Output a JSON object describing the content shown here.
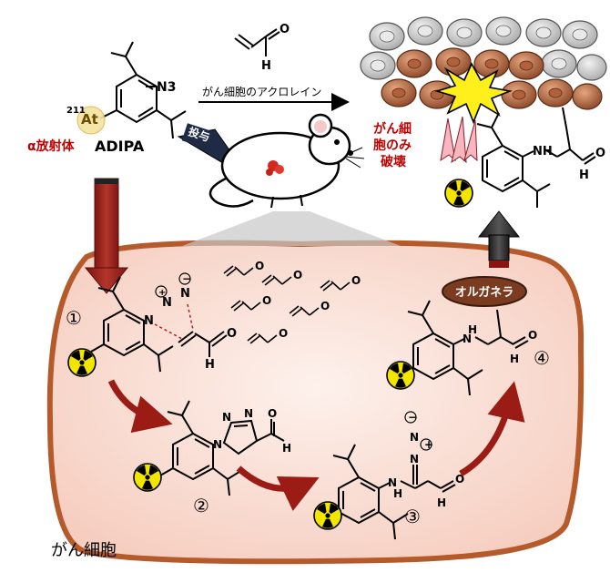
{
  "labels": {
    "azide_sub": "N3",
    "isotope_mass": "211",
    "isotope_symbol": "At",
    "alpha_emitter": "α放射体",
    "compound_name": "ADIPA",
    "reaction_arrow": "がん細胞のアクロレイン",
    "administration": "投与",
    "cancer_only_destroyed": [
      "がん細",
      "胞のみ",
      "破壊"
    ],
    "step_1": "①",
    "step_2": "②",
    "step_3": "③",
    "step_4": "④",
    "organelle": "オルガネラ",
    "cancer_cell": "がん細胞"
  },
  "atoms": {
    "N": "N",
    "H": "H",
    "O": "O",
    "plus": "+",
    "minus": "−"
  },
  "colors": {
    "cell_fill": "#fbe3dc",
    "cell_border": "#b55a2b",
    "arrow_red": "#9b1c15",
    "label_red": "#c00000",
    "radiation_yellow": "#f2e600",
    "organelle_fill": "#7a3b20"
  }
}
